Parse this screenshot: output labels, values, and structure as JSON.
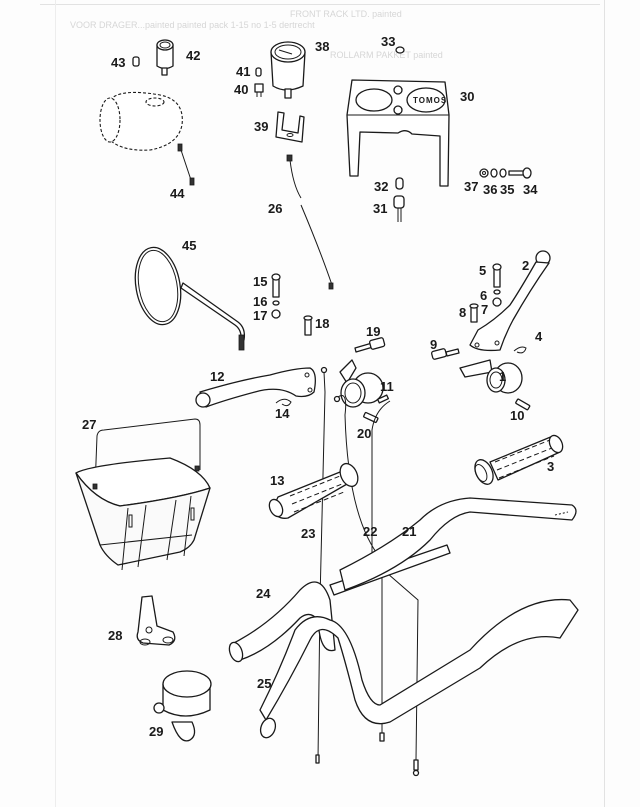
{
  "document": {
    "type": "exploded parts diagram",
    "subject": "moped handlebar, controls and accessories"
  },
  "background_table_ghost": {
    "rows": [
      "FRONT RACK LTD. painted",
      "VOOR DRAGER...painted  painted   pack 1-15 no 1-5 dertrecht",
      "ROLLARM PAKKET painted"
    ]
  },
  "headlight_logo_text": "TOMOS",
  "callouts": [
    {
      "id": "1",
      "label": "1",
      "part": "throttle-housing"
    },
    {
      "id": "2",
      "label": "2",
      "part": "front-brake-lever"
    },
    {
      "id": "3",
      "label": "3",
      "part": "right-grip-throttle"
    },
    {
      "id": "4",
      "label": "4",
      "part": "lever-spring"
    },
    {
      "id": "5",
      "label": "5",
      "part": "lever-pivot-bolt"
    },
    {
      "id": "6",
      "label": "6",
      "part": "washer"
    },
    {
      "id": "7",
      "label": "7",
      "part": "nut"
    },
    {
      "id": "8",
      "label": "8",
      "part": "cable-nipple"
    },
    {
      "id": "9",
      "label": "9",
      "part": "cable-adjuster"
    },
    {
      "id": "10",
      "label": "10",
      "part": "clamp-screw"
    },
    {
      "id": "11",
      "label": "11",
      "part": "left-lever-housing"
    },
    {
      "id": "12",
      "label": "12",
      "part": "rear-brake-lever"
    },
    {
      "id": "13",
      "label": "13",
      "part": "left-grip"
    },
    {
      "id": "14",
      "label": "14",
      "part": "lever-spring"
    },
    {
      "id": "15",
      "label": "15",
      "part": "lever-pivot-bolt"
    },
    {
      "id": "16",
      "label": "16",
      "part": "washer"
    },
    {
      "id": "17",
      "label": "17",
      "part": "nut"
    },
    {
      "id": "18",
      "label": "18",
      "part": "cable-nipple"
    },
    {
      "id": "19",
      "label": "19",
      "part": "cable-adjuster"
    },
    {
      "id": "20",
      "label": "20",
      "part": "clamp-screw"
    },
    {
      "id": "21",
      "label": "21",
      "part": "throttle-cable"
    },
    {
      "id": "22",
      "label": "22",
      "part": "front-brake-cable"
    },
    {
      "id": "23",
      "label": "23",
      "part": "rear-brake-cable"
    },
    {
      "id": "24",
      "label": "24",
      "part": "handlebar-low"
    },
    {
      "id": "25",
      "label": "25",
      "part": "handlebar-high"
    },
    {
      "id": "26",
      "label": "26",
      "part": "speedometer-cable"
    },
    {
      "id": "27",
      "label": "27",
      "part": "basket"
    },
    {
      "id": "28",
      "label": "28",
      "part": "bell-bracket"
    },
    {
      "id": "29",
      "label": "29",
      "part": "bell"
    },
    {
      "id": "30",
      "label": "30",
      "part": "instrument-panel-cover"
    },
    {
      "id": "31",
      "label": "31",
      "part": "bulb-socket"
    },
    {
      "id": "32",
      "label": "32",
      "part": "bulb"
    },
    {
      "id": "33",
      "label": "33",
      "part": "indicator-lens"
    },
    {
      "id": "34",
      "label": "34",
      "part": "bolt"
    },
    {
      "id": "35",
      "label": "35",
      "part": "washer"
    },
    {
      "id": "36",
      "label": "36",
      "part": "spring-washer"
    },
    {
      "id": "37",
      "label": "37",
      "part": "nut"
    },
    {
      "id": "38",
      "label": "38",
      "part": "speedometer"
    },
    {
      "id": "39",
      "label": "39",
      "part": "speedometer-bracket"
    },
    {
      "id": "40",
      "label": "40",
      "part": "bulb-socket"
    },
    {
      "id": "41",
      "label": "41",
      "part": "bulb"
    },
    {
      "id": "42",
      "label": "42",
      "part": "small-gauge"
    },
    {
      "id": "43",
      "label": "43",
      "part": "bulb"
    },
    {
      "id": "44",
      "label": "44",
      "part": "wire-connector"
    },
    {
      "id": "45",
      "label": "45",
      "part": "mirror"
    }
  ]
}
